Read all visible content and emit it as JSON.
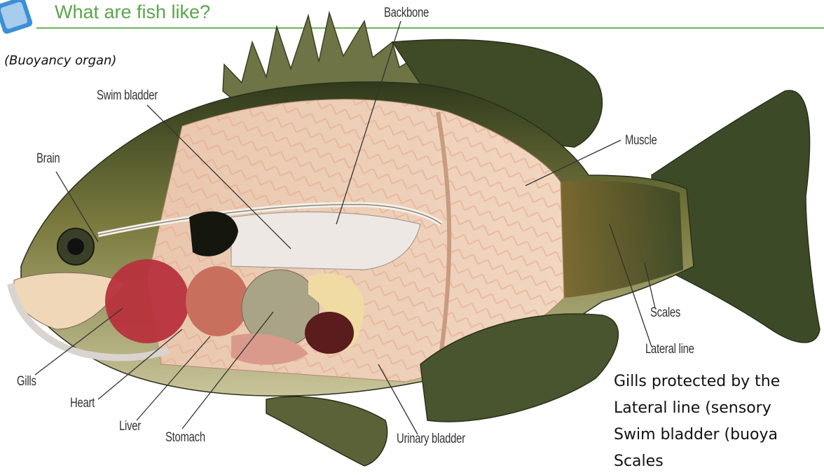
{
  "header": {
    "title": "What are fish like?"
  },
  "subtitle": "(Buoyancy organ)",
  "labels": {
    "backbone": "Backbone",
    "swim_bladder": "Swim bladder",
    "brain": "Brain",
    "muscle": "Muscle",
    "scales": "Scales",
    "lateral_line": "Lateral line",
    "gills": "Gills",
    "heart": "Heart",
    "liver": "Liver",
    "stomach": "Stomach",
    "urinary_bladder": "Urinary bladder"
  },
  "notes": [
    "Gills protected by the",
    "Lateral line (sensory",
    "Swim bladder (buoya",
    "Scales"
  ],
  "colors": {
    "title": "#5aa64a",
    "rule": "#6fb45c",
    "fish_dark": "#4a5a2c",
    "fish_flesh": "#e8c6ad",
    "organs_red": "#b8323c"
  }
}
